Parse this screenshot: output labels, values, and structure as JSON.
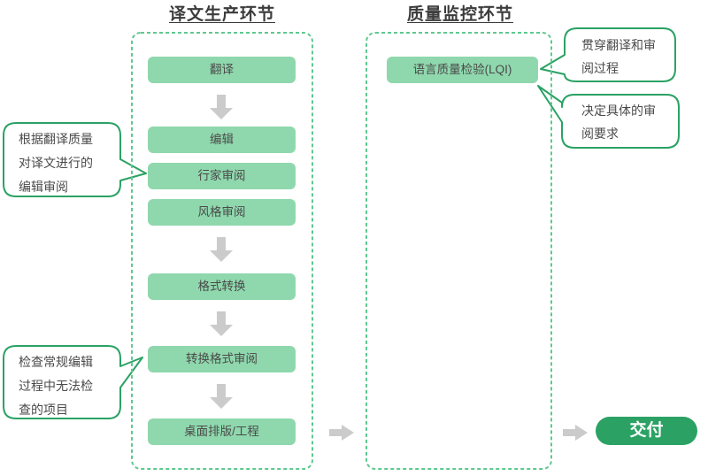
{
  "colors": {
    "mint": "#8FD8AD",
    "frame-dash": "#5EC890",
    "callout-border": "#2BA264",
    "deliver-bg": "#2BA264",
    "arrow-gray": "#CBCBCB",
    "title-text": "#3B3B3B",
    "box-text": "#4A4A4A",
    "callout-text": "#4A4A4A"
  },
  "production": {
    "title": "译文生产环节",
    "steps": [
      "翻译",
      "编辑",
      "行家审阅",
      "风格审阅",
      "格式转换",
      "转换格式审阅",
      "桌面排版/工程"
    ]
  },
  "quality": {
    "title": "质量监控环节",
    "lqi_label": "语言质量检验(LQI)"
  },
  "callouts": {
    "edit_review": "根据翻译质量对译文进行的编辑审阅",
    "format_check": "检查常规编辑过程中无法检查的项目",
    "lqi_span": "贯穿翻译和审阅过程",
    "lqi_requirement": "决定具体的审阅要求"
  },
  "deliver": {
    "label": "交付"
  },
  "icons": {
    "down-arrow": "block down arrow",
    "right-arrow": "block right arrow"
  }
}
